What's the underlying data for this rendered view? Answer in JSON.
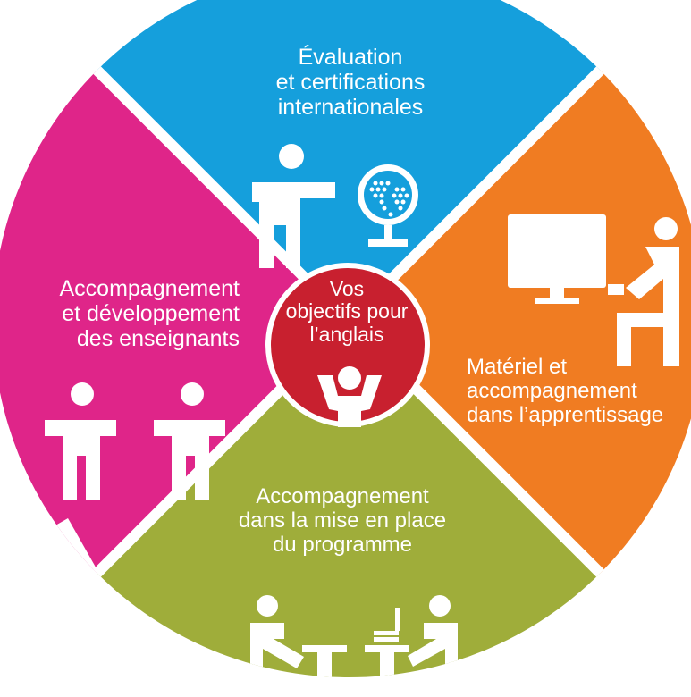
{
  "colors": {
    "top": "#159fdc",
    "right": "#f07c22",
    "bottom": "#9fad3a",
    "left": "#df2589",
    "center": "#c8202f",
    "divider": "#ffffff"
  },
  "segments": {
    "top": {
      "lines": [
        "Évaluation",
        "et certifications",
        "internationales"
      ],
      "icon": "teacher-with-globe-icon"
    },
    "right": {
      "lines": [
        "Matériel et",
        "accompagnement",
        "dans l’apprentissage"
      ],
      "icon": "person-at-computer-icon"
    },
    "bottom": {
      "lines": [
        "Accompagnement",
        "dans la mise en place",
        "du programme"
      ],
      "icon": "people-at-desks-icon"
    },
    "left": {
      "lines": [
        "Accompagnement",
        "et développement",
        "des enseignants"
      ],
      "icon": "two-teachers-icon"
    }
  },
  "center": {
    "lines": [
      "Vos",
      "objectifs pour",
      "l’anglais"
    ],
    "icon": "cheering-person-icon"
  }
}
